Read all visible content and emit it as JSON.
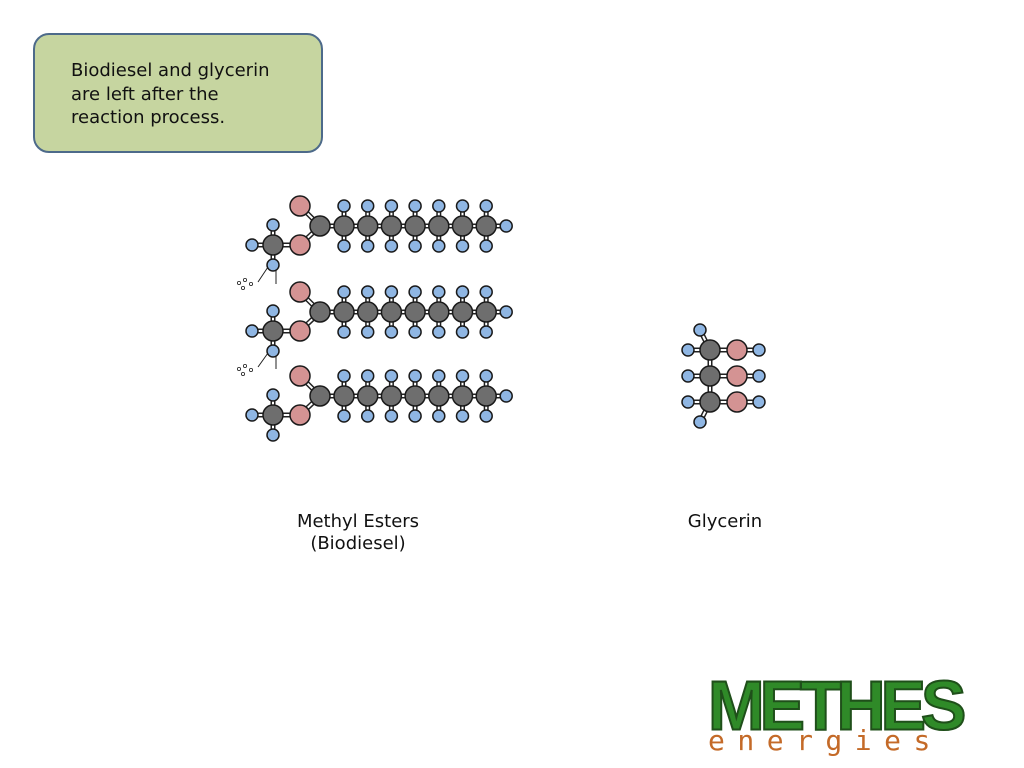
{
  "callout": {
    "lines": [
      "Biodiesel and glycerin",
      "are left after the",
      "reaction process."
    ]
  },
  "captions": {
    "esters": [
      "Methyl Esters",
      "(Biodiesel)"
    ],
    "glycerin": "Glycerin"
  },
  "logo": {
    "name": "METHES",
    "subtitle": "energies"
  },
  "colors": {
    "carbon": "#6e6e6e",
    "oxygen": "#d49393",
    "hydrogen": "#8fb6e3",
    "callout_fill": "#c6d5a0",
    "callout_border": "#4d6a8a",
    "logo_green": "#2f8a28",
    "logo_orange": "#c46a28"
  },
  "molecules": {
    "methyl_ester_count": 3,
    "ester_chain_carbons": 8,
    "glycerin_carbons": 3
  }
}
